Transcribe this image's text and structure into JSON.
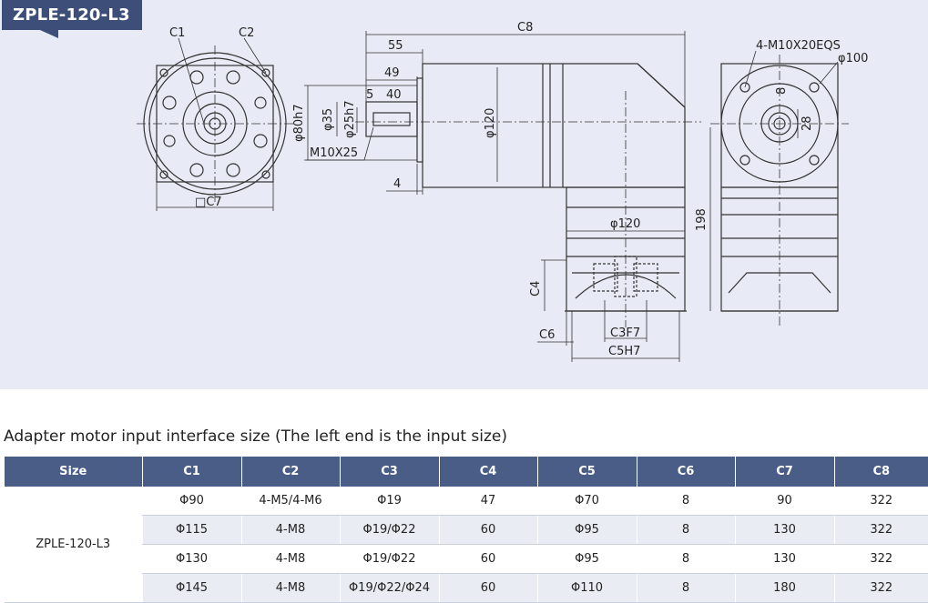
{
  "model_tag": "ZPLE-120-L3",
  "drawing": {
    "labels": {
      "c1": "C1",
      "c2": "C2",
      "c7": "□C7",
      "c8": "C8",
      "d55": "55",
      "d49": "49",
      "d40": "40",
      "d5": "5",
      "d4": "4",
      "phi80": "φ80h7",
      "phi35": "φ35",
      "phi25": "φ25h7",
      "m10": "M10X25",
      "phi120_body": "φ120",
      "phi120_lower": "φ120",
      "c4": "C4",
      "c6": "C6",
      "c3": "C3F7",
      "c5": "C5H7",
      "d198": "198",
      "bolts": "4-M10X20EQS",
      "phi100": "φ100",
      "d8": "8",
      "d28": "28"
    }
  },
  "table": {
    "caption": "Adapter motor input interface size (The left end is the input size)",
    "headers": [
      "Size",
      "C1",
      "C2",
      "C3",
      "C4",
      "C5",
      "C6",
      "C7",
      "C8"
    ],
    "size": "ZPLE-120-L3",
    "rows": [
      [
        "Φ90",
        "4-M5/4-M6",
        "Φ19",
        "47",
        "Φ70",
        "8",
        "90",
        "322"
      ],
      [
        "Φ115",
        "4-M8",
        "Φ19/Φ22",
        "60",
        "Φ95",
        "8",
        "130",
        "322"
      ],
      [
        "Φ130",
        "4-M8",
        "Φ19/Φ22",
        "60",
        "Φ95",
        "8",
        "130",
        "322"
      ],
      [
        "Φ145",
        "4-M8",
        "Φ19/Φ22/Φ24",
        "60",
        "Φ110",
        "8",
        "180",
        "322"
      ]
    ]
  }
}
